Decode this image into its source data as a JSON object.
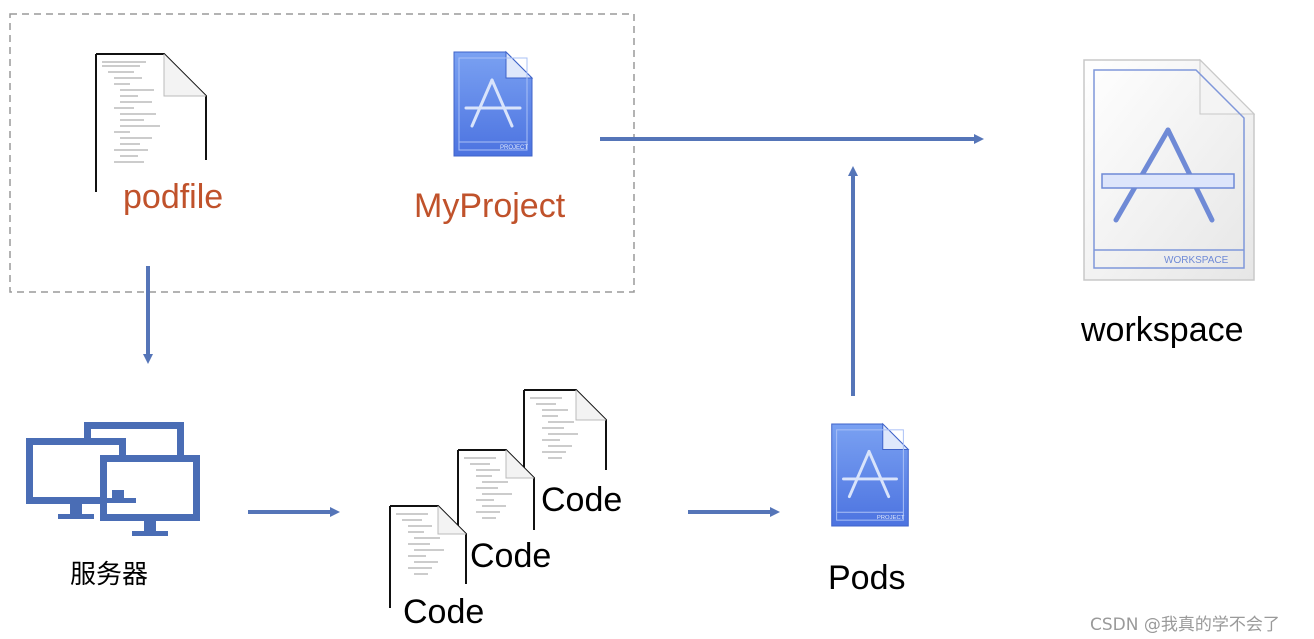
{
  "labels": {
    "podfile": "podfile",
    "myproject": "MyProject",
    "workspace": "workspace",
    "server": "服务器",
    "code1": "Code",
    "code2": "Code",
    "code3": "Code",
    "pods": "Pods"
  },
  "icon_badges": {
    "project": "PROJECT",
    "workspace": "WORKSPACE"
  },
  "watermark": "CSDN @我真的学不会了",
  "colors": {
    "arrow": "#5575b8",
    "label_orange": "#c0522b",
    "project_blue": "#5f86e8",
    "workspace_line": "#6f8ad6",
    "dashed_border": "#9a9a9a"
  },
  "icons": [
    "text-document-icon",
    "xcode-project-icon",
    "xcode-workspace-icon",
    "server-computers-icon"
  ]
}
